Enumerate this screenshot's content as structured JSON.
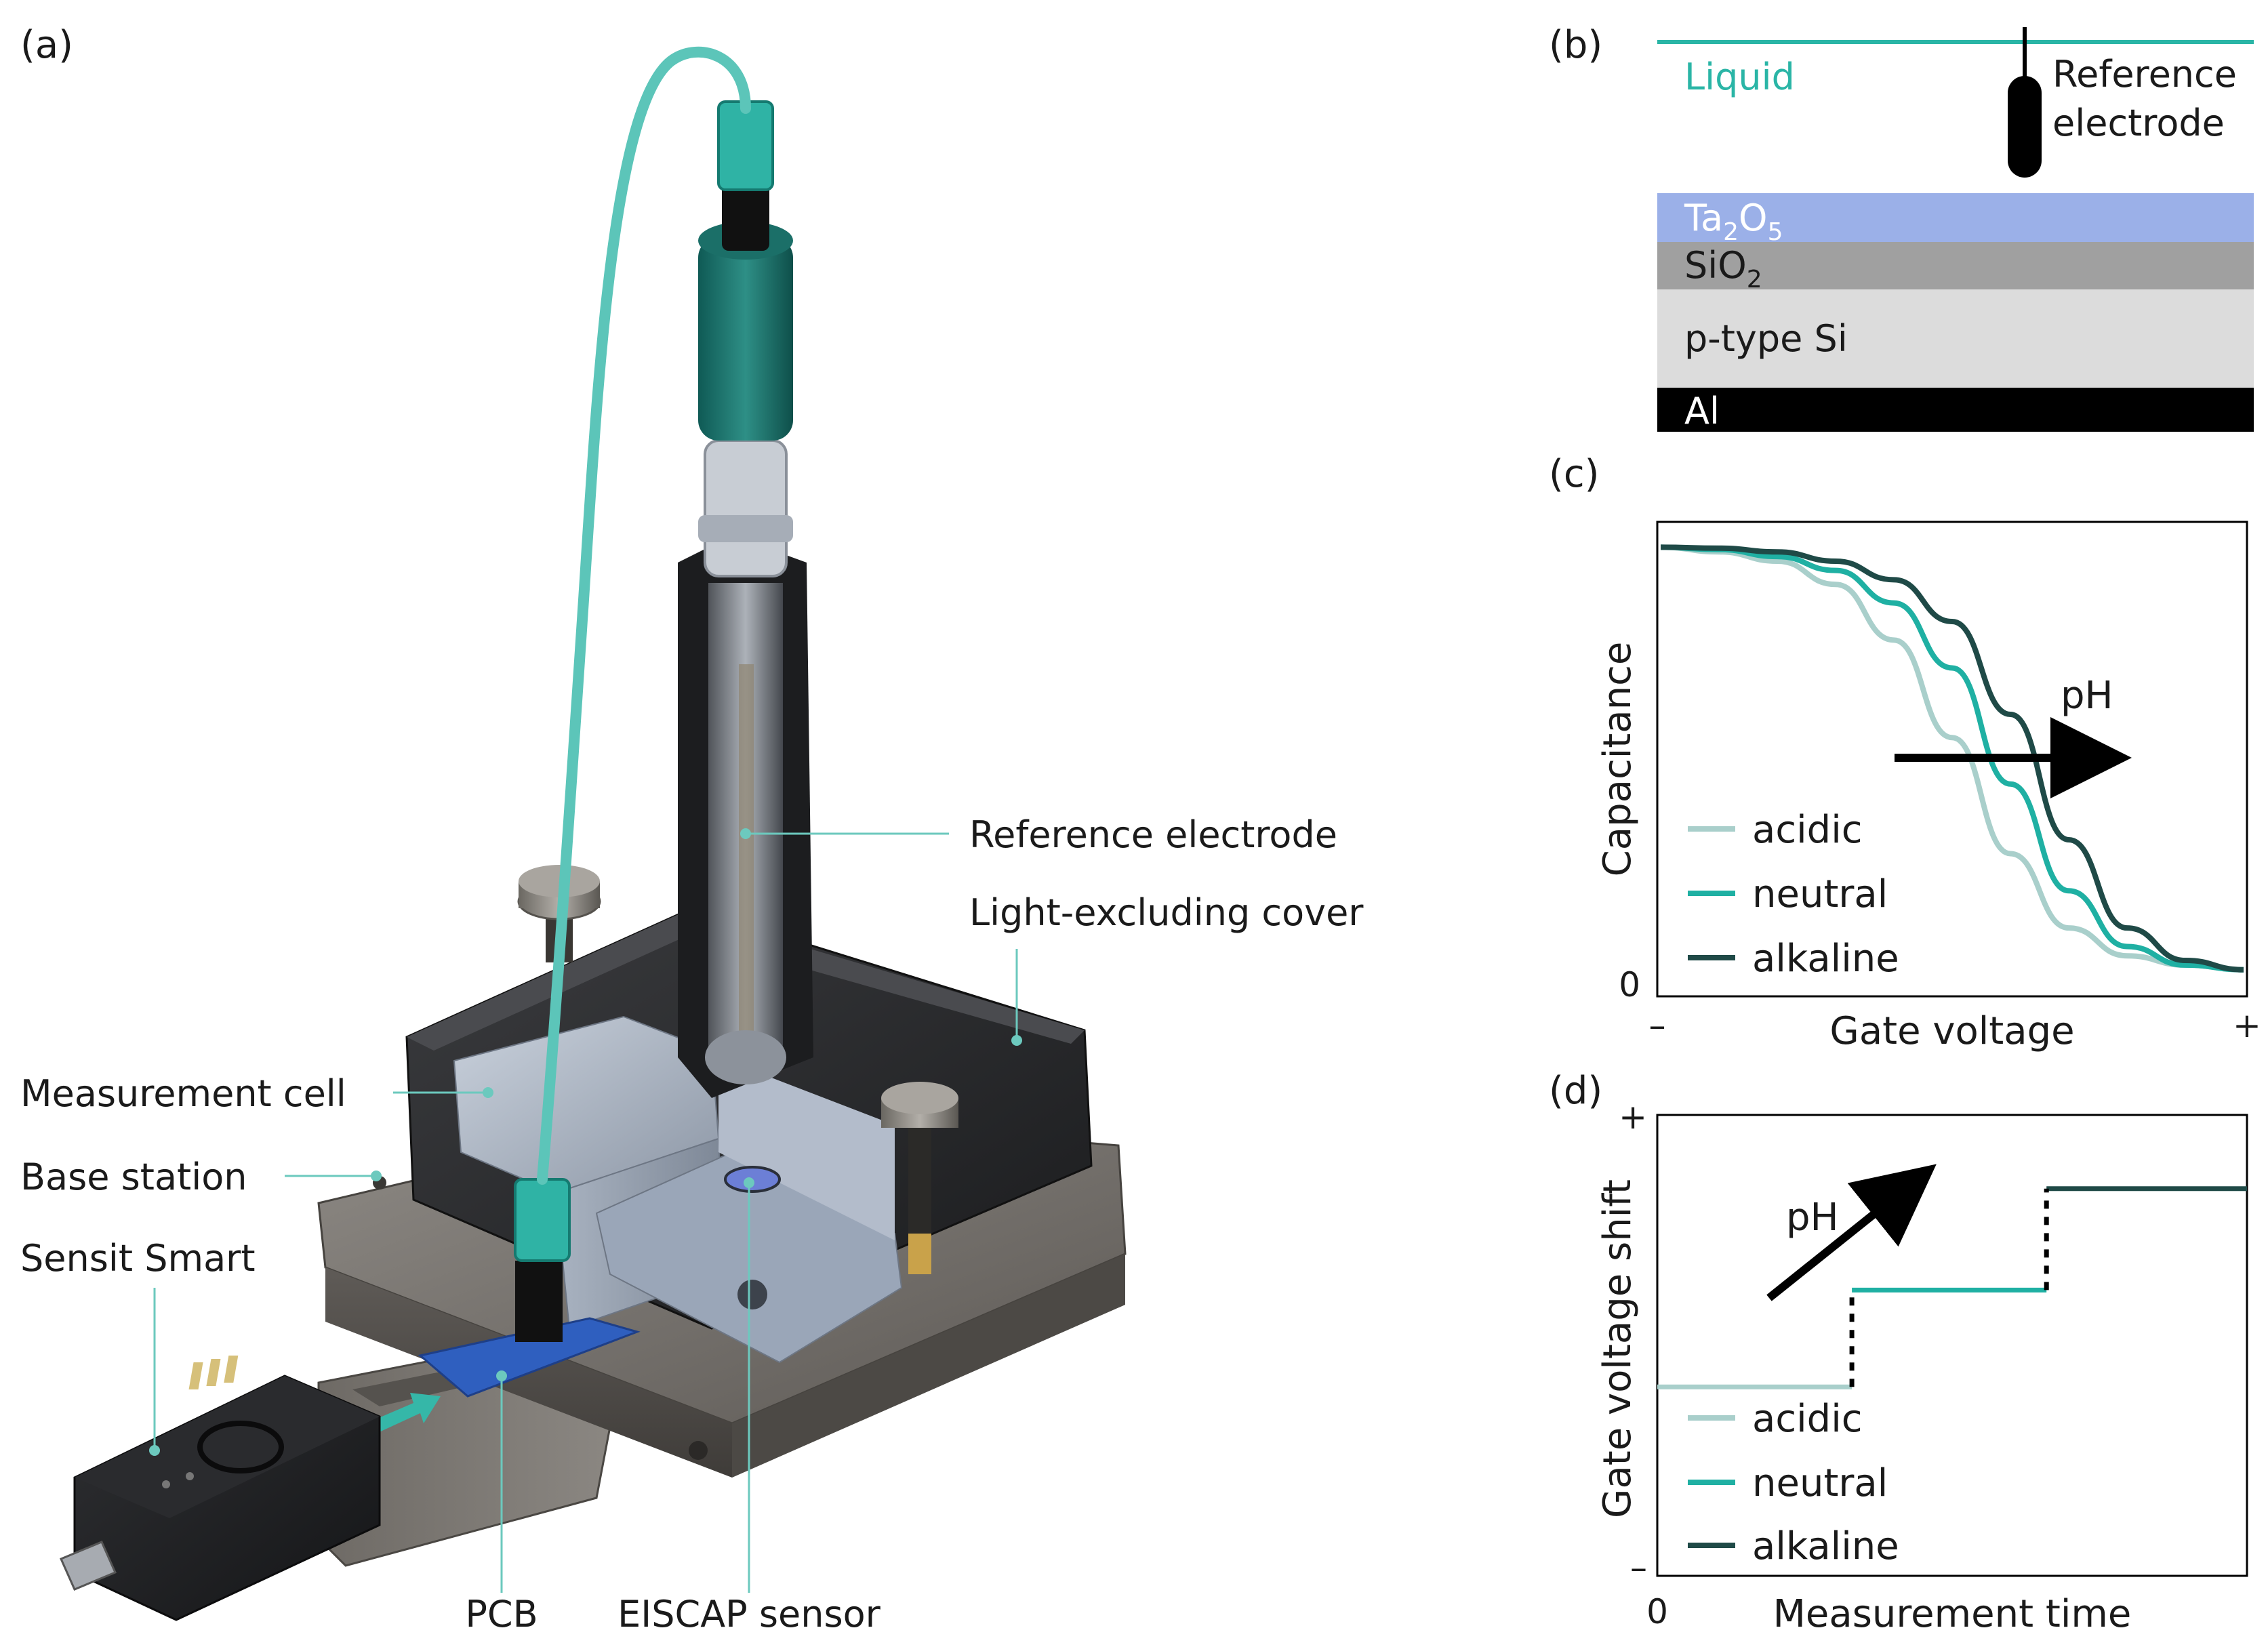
{
  "panels": {
    "a": "(a)",
    "b": "(b)",
    "c": "(c)",
    "d": "(d)"
  },
  "panel_a": {
    "labels": {
      "reference_electrode": "Reference electrode",
      "cover": "Light-excluding cover",
      "measurement_cell": "Measurement cell",
      "base_station": "Base station",
      "sensit_smart": "Sensit Smart",
      "pcb": "PCB",
      "eiscap": "EISCAP sensor"
    }
  },
  "panel_b": {
    "liquid": "Liquid",
    "reference_line1": "Reference",
    "reference_line2": "electrode",
    "layers": [
      {
        "name": "Ta",
        "sub1": "2",
        "mid": "O",
        "sub2": "5",
        "color": "#9bb0e8"
      },
      {
        "name": "SiO",
        "sub1": "2",
        "color": "#a0a0a0"
      },
      {
        "name": "p-type Si",
        "color": "#dcdcdc"
      },
      {
        "name": "Al",
        "color": "#000000"
      }
    ],
    "teal": "#2ab5a6"
  },
  "colors": {
    "acidic": "#a9cfcb",
    "neutral": "#1fb0a3",
    "alkaline": "#1f4a47"
  },
  "chart_data": [
    {
      "type": "line",
      "panel": "c",
      "ylabel": "Capacitance",
      "xlabel": "Gate voltage",
      "x_ticks": [
        "–",
        "+"
      ],
      "y_ticks": [
        "0"
      ],
      "annotation": "pH",
      "x": [
        0.0,
        0.1,
        0.2,
        0.3,
        0.4,
        0.5,
        0.6,
        0.7,
        0.8,
        0.9,
        1.0
      ],
      "series": [
        {
          "name": "acidic",
          "values": [
            0.96,
            0.95,
            0.93,
            0.88,
            0.76,
            0.55,
            0.3,
            0.14,
            0.08,
            0.06,
            0.05
          ]
        },
        {
          "name": "neutral",
          "values": [
            0.96,
            0.955,
            0.94,
            0.91,
            0.84,
            0.7,
            0.45,
            0.22,
            0.1,
            0.06,
            0.05
          ]
        },
        {
          "name": "alkaline",
          "values": [
            0.96,
            0.958,
            0.95,
            0.93,
            0.89,
            0.8,
            0.6,
            0.33,
            0.14,
            0.07,
            0.05
          ]
        }
      ]
    },
    {
      "type": "line",
      "panel": "d",
      "ylabel": "Gate voltage shift",
      "xlabel": "Measurement time",
      "x_ticks": [
        "0"
      ],
      "y_ticks": [
        "+",
        "–"
      ],
      "annotation": "pH",
      "series": [
        {
          "name": "acidic",
          "x": [
            0.0,
            0.33
          ],
          "values": [
            0.41,
            0.41
          ]
        },
        {
          "name": "neutral",
          "x": [
            0.33,
            0.66
          ],
          "values": [
            0.62,
            0.62
          ]
        },
        {
          "name": "alkaline",
          "x": [
            0.66,
            1.0
          ],
          "values": [
            0.84,
            0.84
          ]
        }
      ],
      "step_connectors": [
        {
          "x": 0.33,
          "from": 0.41,
          "to": 0.62
        },
        {
          "x": 0.66,
          "from": 0.62,
          "to": 0.84
        }
      ]
    }
  ]
}
